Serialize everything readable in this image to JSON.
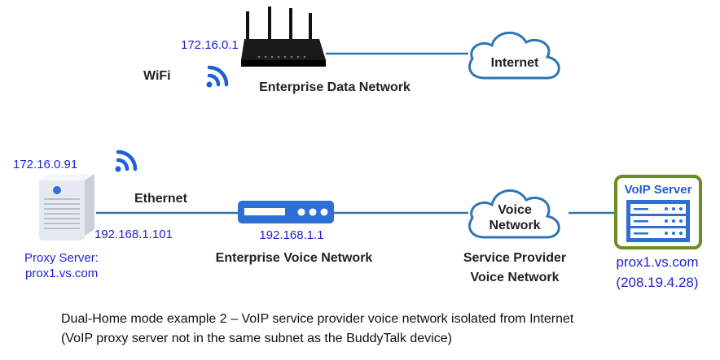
{
  "top": {
    "router_ip": "172.16.0.1",
    "wifi_label": "WiFi",
    "data_network_label": "Enterprise Data Network",
    "internet_label": "Internet"
  },
  "bottom": {
    "proxy_wifi_ip": "172.16.0.91",
    "ethernet_label": "Ethernet",
    "proxy_eth_ip": "192.168.1.101",
    "proxy_label_line1": "Proxy Server:",
    "proxy_label_line2": "prox1.vs.com",
    "switch_ip": "192.168.1.1",
    "voice_network_label": "Enterprise Voice Network",
    "voice_cloud_line1": "Voice",
    "voice_cloud_line2": "Network",
    "provider_label_line1": "Service Provider",
    "provider_label_line2": "Voice Network",
    "voip_server_title": "VoIP Server",
    "voip_server_host": "prox1.vs.com",
    "voip_server_ip": "(208.19.4.28)"
  },
  "caption": {
    "line1": "Dual-Home mode example 2 – VoIP service provider voice network isolated from Internet",
    "line2": "(VoIP proxy server not in the same subnet as the BuddyTalk device)"
  },
  "colors": {
    "link_line": "#2e75b6",
    "ip_text": "#1f1fd6",
    "cloud_stroke": "#2e75b6",
    "switch_fill": "#2e6fd6",
    "voip_border": "#6b8e23",
    "voip_fill": "#2e6fd6",
    "wifi_icon": "#1f5fd6"
  }
}
